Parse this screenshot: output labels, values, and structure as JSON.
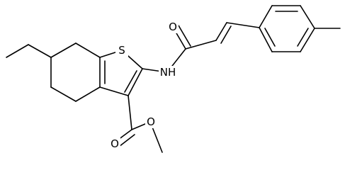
{
  "atoms": {
    "sulfur": "S",
    "amide_nitrogen": "NH",
    "amide_oxygen": "O",
    "ester_carbonyl_oxygen": "O",
    "ester_ether_oxygen": "O"
  }
}
